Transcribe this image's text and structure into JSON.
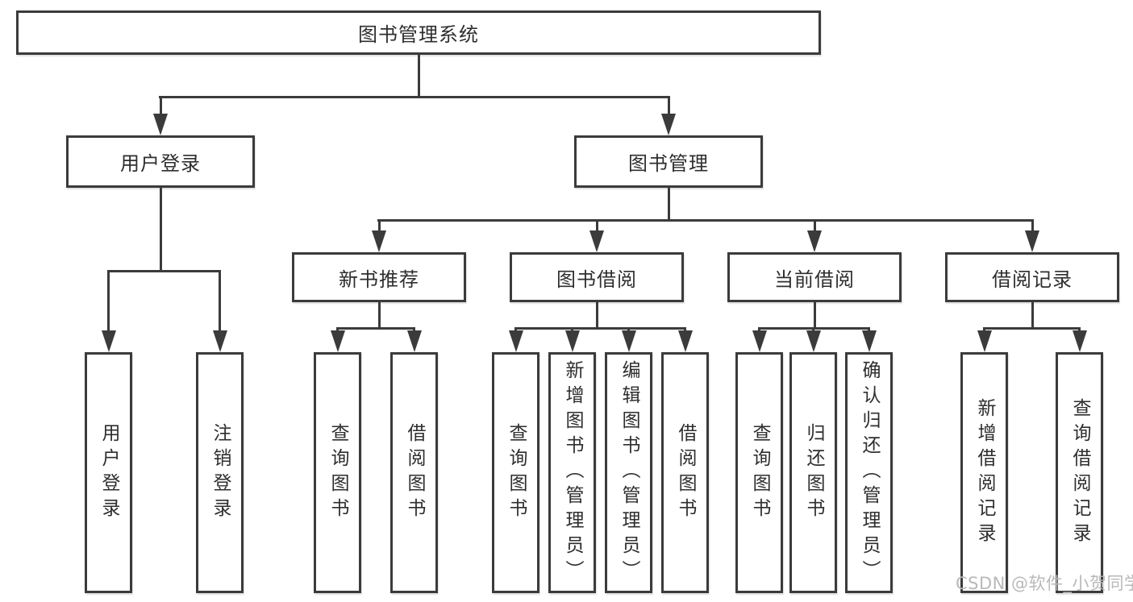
{
  "diagram": {
    "root": {
      "label": "图书管理系统"
    },
    "branches": [
      {
        "label": "用户登录",
        "children": [
          {
            "label": "用户登录"
          },
          {
            "label": "注销登录"
          }
        ]
      },
      {
        "label": "图书管理",
        "children": [
          {
            "label": "新书推荐",
            "children": [
              {
                "label": "查询图书"
              },
              {
                "label": "借阅图书"
              }
            ]
          },
          {
            "label": "图书借阅",
            "children": [
              {
                "label": "查询图书"
              },
              {
                "label": "新增图书（管理员）"
              },
              {
                "label": "编辑图书（管理员）"
              },
              {
                "label": "借阅图书"
              }
            ]
          },
          {
            "label": "当前借阅",
            "children": [
              {
                "label": "查询图书"
              },
              {
                "label": "归还图书"
              },
              {
                "label": "确认归还（管理员）"
              }
            ]
          },
          {
            "label": "借阅记录",
            "children": [
              {
                "label": "新增借阅记录"
              },
              {
                "label": "查询借阅记录"
              }
            ]
          }
        ]
      }
    ]
  },
  "watermark": {
    "text": "CSDN @软件_小贺同学"
  },
  "colors": {
    "line": "#3b3b3b",
    "text": "#2e2e2e",
    "watermark": "#b9b9b9",
    "background": "#ffffff"
  }
}
